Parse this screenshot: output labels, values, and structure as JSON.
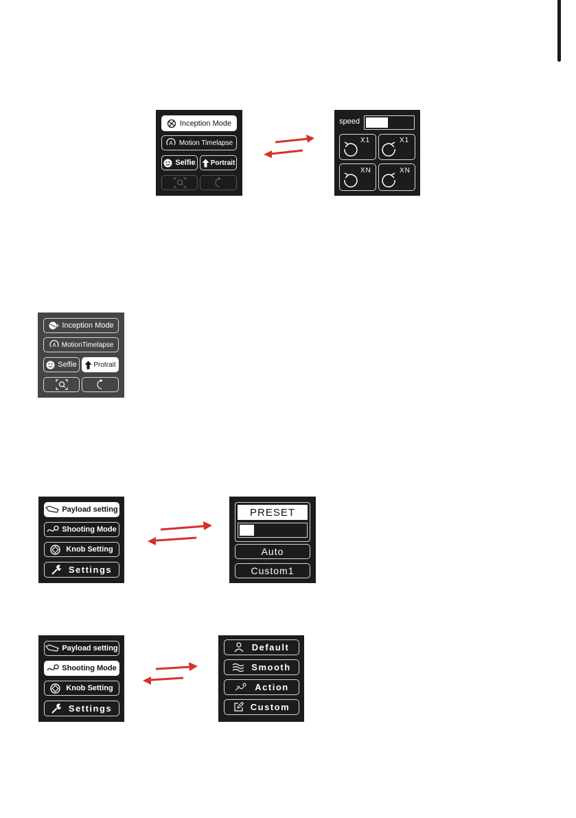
{
  "colors": {
    "screen_bg": "#1c1c1c",
    "screen_bg_alt": "#454545",
    "arrow": "#d6312b",
    "selected_bg": "#ffffff"
  },
  "panel1": {
    "menu": [
      {
        "label": "Inception Mode",
        "icon": "inception-icon",
        "selected": true
      },
      {
        "label": "Motion Timelapse",
        "icon": "motion-timelapse-icon",
        "selected": false
      },
      {
        "label": "Selfie",
        "icon": "smiley-icon",
        "selected": false
      },
      {
        "label": "Portrait",
        "icon": "arrow-up-icon",
        "selected": false
      },
      {
        "label": "",
        "icon": "zoom-frame-icon",
        "selected": false
      },
      {
        "label": "",
        "icon": "rotate-icon",
        "selected": false
      }
    ]
  },
  "panel2": {
    "speed_label": "speed",
    "speed_level": 0.5,
    "buttons": [
      {
        "icon": "rotate-ccw-icon",
        "multiplier": "X1"
      },
      {
        "icon": "rotate-cw-icon",
        "multiplier": "X1"
      },
      {
        "icon": "rotate-ccw-icon",
        "multiplier": "XN"
      },
      {
        "icon": "rotate-cw-icon",
        "multiplier": "XN"
      }
    ]
  },
  "panel3": {
    "menu": [
      {
        "label": "Inception Mode",
        "icon": "inception-icon",
        "selected": false
      },
      {
        "label": "MotionTimelapse",
        "icon": "motion-timelapse-icon",
        "selected": false
      },
      {
        "label": "Selfie",
        "icon": "smiley-icon",
        "selected": false
      },
      {
        "label": "Protrait",
        "icon": "arrow-up-icon",
        "selected": true
      },
      {
        "label": "",
        "icon": "zoom-frame-icon",
        "selected": false
      },
      {
        "label": "",
        "icon": "rotate-icon",
        "selected": false
      }
    ]
  },
  "panel4": {
    "menu": [
      {
        "label": "Payload setting",
        "icon": "payload-icon",
        "selected": true
      },
      {
        "label": "Shooting Mode",
        "icon": "shooting-mode-icon",
        "selected": false
      },
      {
        "label": "Knob Setting",
        "icon": "knob-icon",
        "selected": false
      },
      {
        "label": "Settings",
        "icon": "wrench-icon",
        "selected": false
      }
    ]
  },
  "panel5": {
    "title": "PRESET",
    "level": 0.25,
    "options": [
      {
        "label": "Auto"
      },
      {
        "label": "Custom1"
      }
    ]
  },
  "panel6": {
    "menu": [
      {
        "label": "Payload setting",
        "icon": "payload-icon",
        "selected": false
      },
      {
        "label": "Shooting Mode",
        "icon": "shooting-mode-icon",
        "selected": true
      },
      {
        "label": "Knob Setting",
        "icon": "knob-icon",
        "selected": false
      },
      {
        "label": "Settings",
        "icon": "wrench-icon",
        "selected": false
      }
    ]
  },
  "panel7": {
    "options": [
      {
        "label": "Default",
        "icon": "person-icon"
      },
      {
        "label": "Smooth",
        "icon": "waves-icon"
      },
      {
        "label": "Action",
        "icon": "runner-icon"
      },
      {
        "label": "Custom",
        "icon": "edit-icon"
      }
    ]
  }
}
